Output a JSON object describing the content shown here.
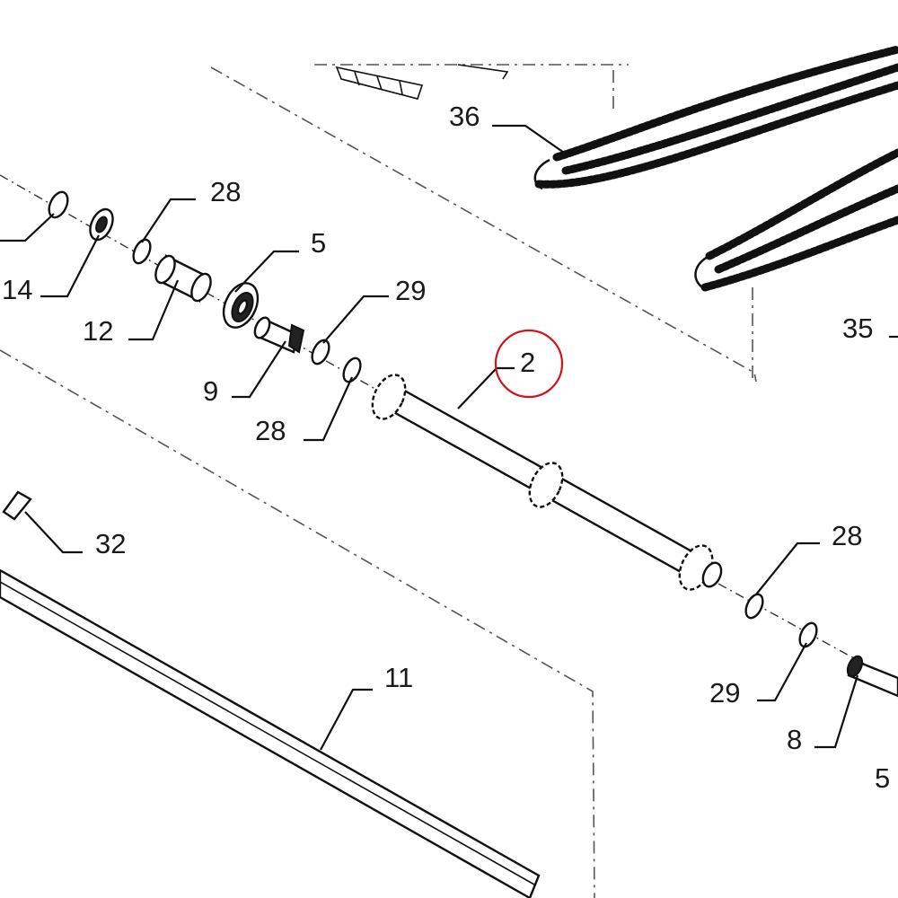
{
  "diagram": {
    "callouts": [
      {
        "id": "c36",
        "label": "36"
      },
      {
        "id": "c35",
        "label": "35"
      },
      {
        "id": "c14",
        "label": "14"
      },
      {
        "id": "c28a",
        "label": "28"
      },
      {
        "id": "c5a",
        "label": "5"
      },
      {
        "id": "c12",
        "label": "12"
      },
      {
        "id": "c29a",
        "label": "29"
      },
      {
        "id": "c9",
        "label": "9"
      },
      {
        "id": "c28b",
        "label": "28"
      },
      {
        "id": "c2",
        "label": "2"
      },
      {
        "id": "c32",
        "label": "32"
      },
      {
        "id": "c28c",
        "label": "28"
      },
      {
        "id": "c29b",
        "label": "29"
      },
      {
        "id": "c8",
        "label": "8"
      },
      {
        "id": "c5b",
        "label": "5"
      },
      {
        "id": "c11",
        "label": "11"
      }
    ],
    "highlight_color": "#d0141b"
  }
}
